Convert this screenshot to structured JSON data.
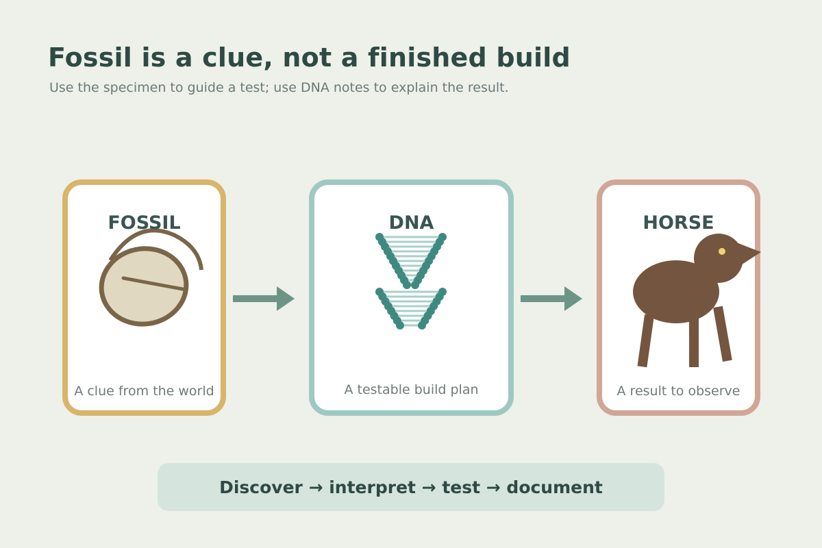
{
  "header": {
    "title": "Fossil is a clue, not a finished build",
    "subtitle": "Use the specimen to guide a test; use DNA notes to explain the result."
  },
  "cards": [
    {
      "title": "FOSSIL",
      "caption": "A clue from the world",
      "icon": "fossil-icon",
      "color": "#d8b56a"
    },
    {
      "title": "DNA",
      "caption": "A testable build plan",
      "icon": "dna-helix-icon",
      "color": "#9ec9c2"
    },
    {
      "title": "HORSE",
      "caption": "A result to observe",
      "icon": "horse-icon",
      "color": "#d1a696"
    }
  ],
  "footer": {
    "process": "Discover → interpret → test → document"
  },
  "colors": {
    "background": "#eef0ea",
    "arrow": "#6e9488",
    "fossil_fill": "#e0d8c0",
    "fossil_stroke": "#7a6548",
    "dna": "#3f8a80",
    "horse": "#74553f",
    "eye": "#f3d36c",
    "pill": "#d6e4de"
  }
}
